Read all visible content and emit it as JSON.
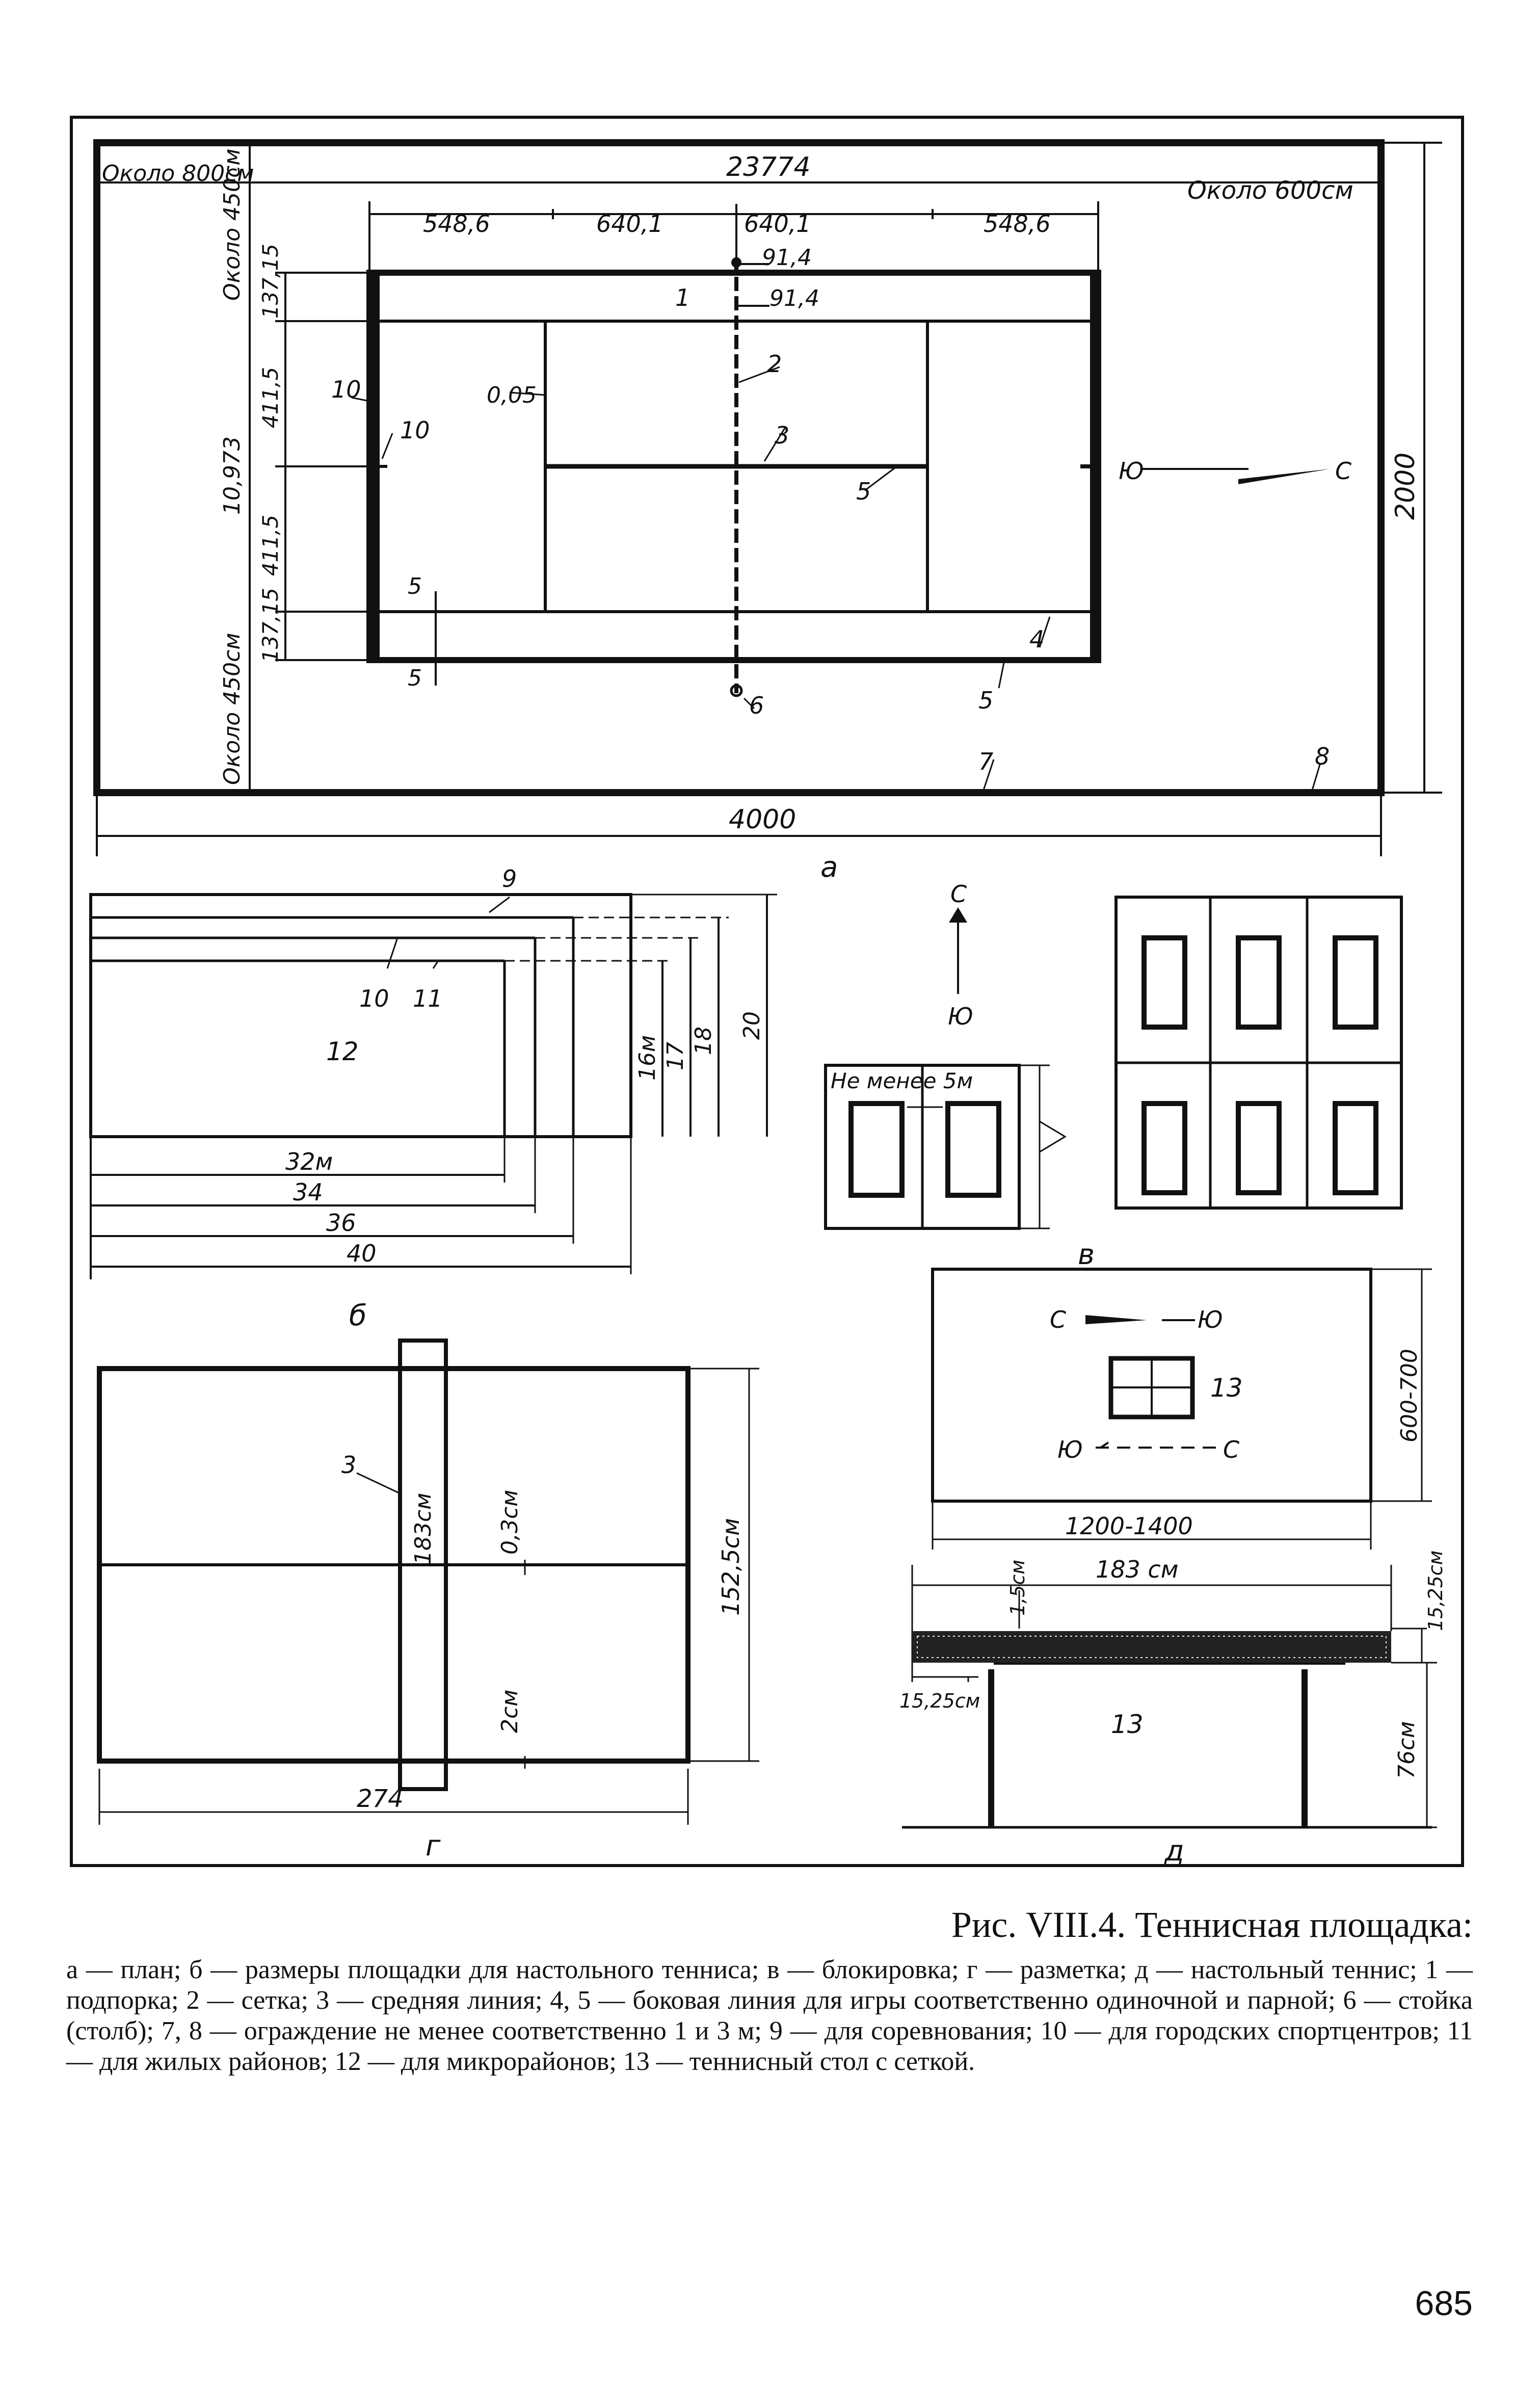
{
  "plan": {
    "sublabel": "а",
    "dims": {
      "total_length": "23774",
      "left_runout": "Около 800см",
      "right_runout": "Около 600см",
      "seg1": "548,6",
      "seg2": "640,1",
      "seg3": "640,1",
      "seg4": "548,6",
      "net_post_1": "91,4",
      "net_post_2": "91,4",
      "line_width": "0,05",
      "side_top": "Около 450см",
      "side_bottom": "Около 450см",
      "doubles_alley_top": "137,15",
      "half_top": "411,5",
      "width": "10,973",
      "half_bottom": "411,5",
      "doubles_alley_bottom": "137,15",
      "fence_width": "2000",
      "fence_length": "4000",
      "dim_5a": "5",
      "dim_5b": "5"
    },
    "callouts": {
      "c1": "1",
      "c2": "2",
      "c3": "3",
      "c4": "4",
      "c5a": "5",
      "c5b": "5",
      "c6": "6",
      "c7": "7",
      "c8": "8",
      "c10a": "10",
      "c10b": "10"
    },
    "compass": {
      "south": "Ю",
      "north": "С"
    }
  },
  "table_tennis_sizes": {
    "sublabel": "б",
    "callouts": {
      "c9": "9",
      "c10": "10",
      "c11": "11",
      "c12": "12"
    },
    "widths": [
      "16м",
      "17",
      "18",
      "20"
    ],
    "lengths": [
      "32м",
      "34",
      "36",
      "40"
    ]
  },
  "blocking": {
    "sublabel": "в",
    "compass": {
      "north": "С",
      "south": "Ю"
    },
    "spacing_label": "Не менее 5м"
  },
  "marking": {
    "sublabel": "г",
    "callout": "3",
    "net_width": "183см",
    "center_line": "0,3см",
    "table_width": "152,5см",
    "edge_line": "2см",
    "table_length": "274"
  },
  "table_side": {
    "sublabel": "д",
    "area_width": "600-700",
    "area_length": "1200-1400",
    "callout": "13",
    "net_length": "183 см",
    "net_post": "1,5см",
    "net_height": "15,25см",
    "net_overhang": "15,25см",
    "table_height": "76см",
    "compass_top_left": "С",
    "compass_top_right": "Ю",
    "compass_bottom_left": "Ю",
    "compass_bottom_right": "С"
  },
  "caption": {
    "title": "Рис. VIII.4. Теннисная площадка:",
    "body": "а — план; б — размеры площадки для настольного тенниса; в — блокировка; г — разметка; д — настольный теннис; 1 — подпорка; 2 — сетка; 3 — средняя линия; 4, 5 — боковая линия для игры соответственно одиночной и парной; 6 — стойка (столб); 7, 8 — ограждение не менее соответственно 1 и 3 м; 9 — для соревнования; 10 — для городских спортцентров; 11 — для жилых районов; 12 — для микрорайонов; 13 — теннисный стол с сеткой."
  },
  "page_number": "685"
}
